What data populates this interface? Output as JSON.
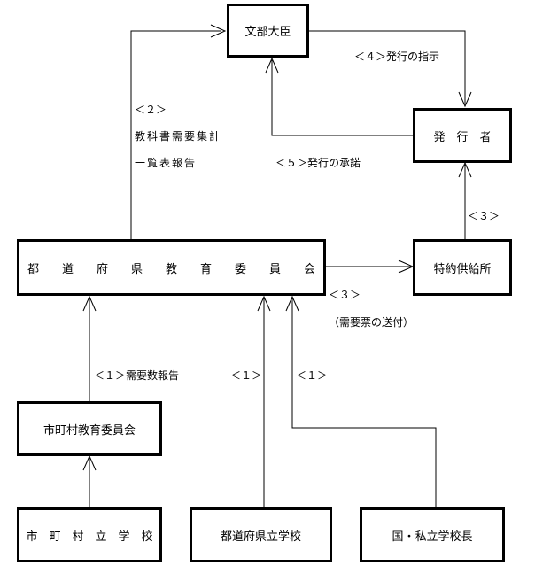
{
  "nodes": {
    "minister": "文部大臣",
    "publisher": "発　行　者",
    "prefecture_board": "都　　道　　府　　県　　教　　育　　委　　員　　会",
    "special_supplier": "特約供給所",
    "municipal_board": "市町村教育委員会",
    "municipal_school": "市　町　村　立　学　校",
    "prefectural_school": "都道府県立学校",
    "national_private_school": "国・私立学校長"
  },
  "labels": {
    "step2_number": "＜２＞",
    "step2_line1": "教科書需要集計",
    "step2_line2": "一覧表報告",
    "step4": "＜４＞発行の指示",
    "step5": "＜５＞発行の承諾",
    "step3_publisher": "＜３＞",
    "step3_number": "＜３＞",
    "step3_text": "（需要票の送付）",
    "step1_municipal": "＜１＞需要数報告",
    "step1_prefectural": "＜１＞",
    "step1_national": "＜１＞"
  }
}
